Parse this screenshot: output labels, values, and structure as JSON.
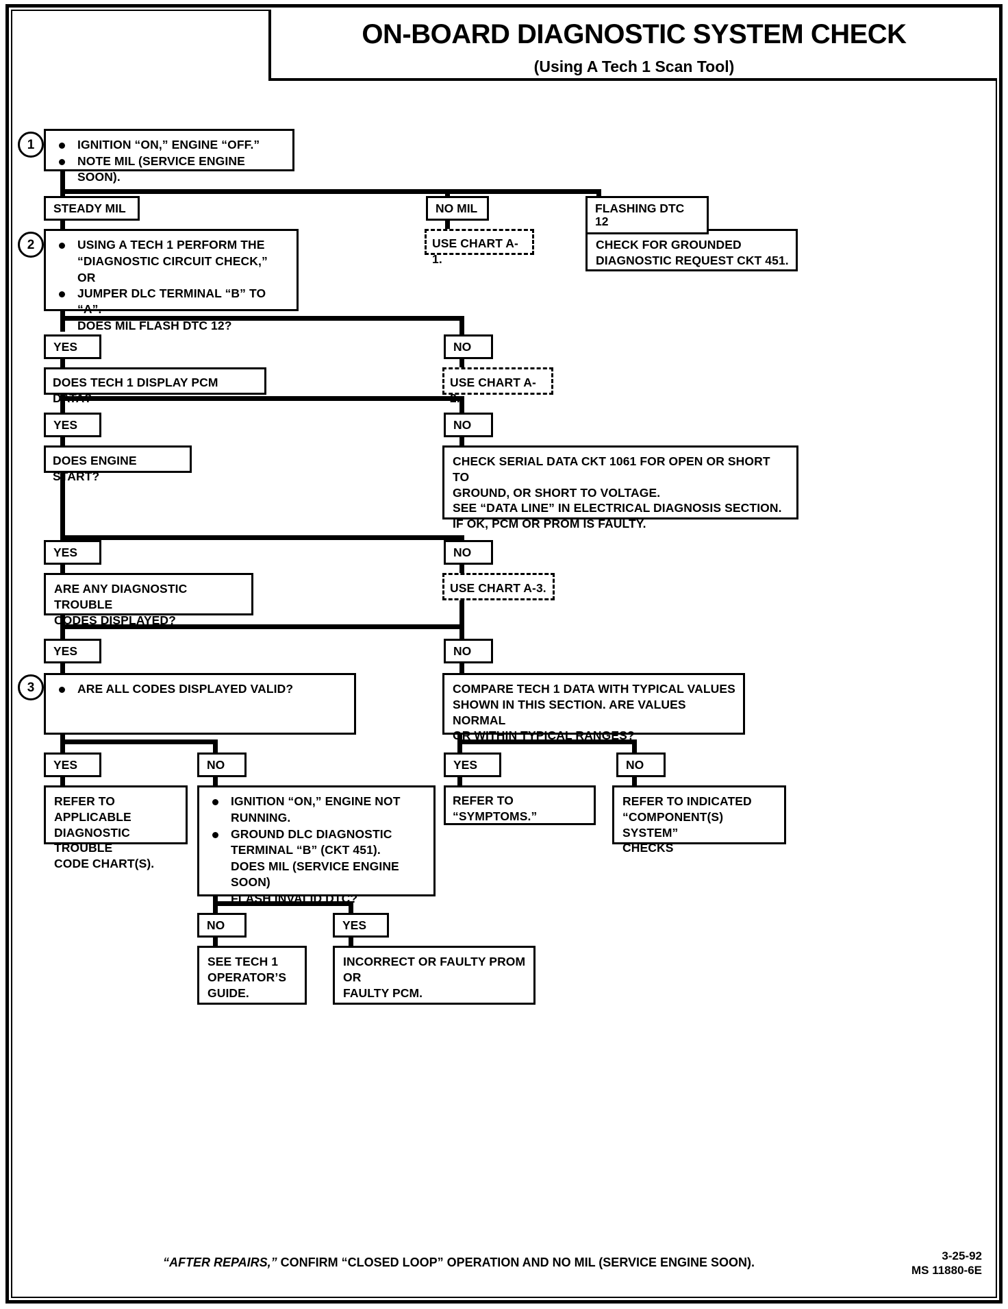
{
  "header": {
    "title": "ON-BOARD DIAGNOSTIC SYSTEM CHECK",
    "subtitle": "(Using A Tech 1 Scan Tool)"
  },
  "steps": {
    "one": "1",
    "two": "2",
    "three": "3"
  },
  "labels": {
    "yes": "YES",
    "no": "NO",
    "steady_mil": "STEADY MIL",
    "no_mil": "NO MIL",
    "flashing_dtc_12": "FLASHING DTC 12"
  },
  "boxes": {
    "step1": {
      "line1": "IGNITION “ON,” ENGINE  “OFF.”",
      "line2": "NOTE  MIL (SERVICE ENGINE SOON)."
    },
    "chart_a1": "USE CHART A-1.",
    "grounded_request": {
      "line1": "CHECK FOR GROUNDED",
      "line2": "DIAGNOSTIC REQUEST CKT 451."
    },
    "step2": {
      "line1": "USING A TECH 1 PERFORM THE",
      "line2": "“DIAGNOSTIC  CIRCUIT CHECK,”",
      "line3": "OR",
      "line4": "JUMPER  DLC TERMINAL “B” TO “A”.",
      "line5": "DOES MIL FLASH DTC 12?"
    },
    "chart_a2": "USE CHART A-2.",
    "pcm_data": "DOES TECH 1 DISPLAY PCM DATA?",
    "serial_data": {
      "line1": "CHECK SERIAL DATA CKT 1061 FOR OPEN OR SHORT TO",
      "line2": "GROUND, OR SHORT TO VOLTAGE.",
      "line3": "SEE “DATA LINE” IN ELECTRICAL DIAGNOSIS SECTION.",
      "line4": "IF OK, PCM OR PROM IS FAULTY."
    },
    "engine_start": "DOES ENGINE START?",
    "chart_a3": "USE CHART A-3.",
    "dtc_displayed": {
      "line1": "ARE ANY DIAGNOSTIC TROUBLE",
      "line2": "CODES DISPLAYED?"
    },
    "step3": "ARE ALL CODES DISPLAYED  VALID?",
    "compare_data": {
      "line1": "COMPARE TECH 1 DATA WITH TYPICAL VALUES",
      "line2": "SHOWN IN THIS SECTION.  ARE VALUES NORMAL",
      "line3": "OR WITHIN TYPICAL RANGES?"
    },
    "refer_dtc_chart": {
      "line1": "REFER TO APPLICABLE",
      "line2": "DIAGNOSTIC TROUBLE",
      "line3": "CODE CHART(S)."
    },
    "ground_dlc": {
      "line1": "IGNITION “ON,” ENGINE NOT",
      "line2": "RUNNING.",
      "line3": "GROUND DLC DIAGNOSTIC",
      "line4": "TERMINAL “B” (CKT 451).",
      "line5": "DOES MIL (SERVICE ENGINE SOON)",
      "line6": "FLASH INVALID DTC?"
    },
    "refer_symptoms": "REFER TO “SYMPTOMS.”",
    "refer_component": {
      "line1": "REFER TO INDICATED",
      "line2": "“COMPONENT(S) SYSTEM”",
      "line3": "CHECKS"
    },
    "operators_guide": {
      "line1": "SEE TECH 1",
      "line2": "OPERATOR’S",
      "line3": "GUIDE."
    },
    "faulty_prom": {
      "line1": "INCORRECT OR FAULTY PROM",
      "line2": "OR",
      "line3": "FAULTY PCM."
    }
  },
  "footer": {
    "note_italic": "“AFTER REPAIRS,”",
    "note_rest": " CONFIRM “CLOSED LOOP” OPERATION AND NO MIL (SERVICE ENGINE SOON).",
    "date": "3-25-92",
    "reference": "MS 11880-6E"
  },
  "colors": {
    "ink": "#000000",
    "paper": "#ffffff"
  }
}
